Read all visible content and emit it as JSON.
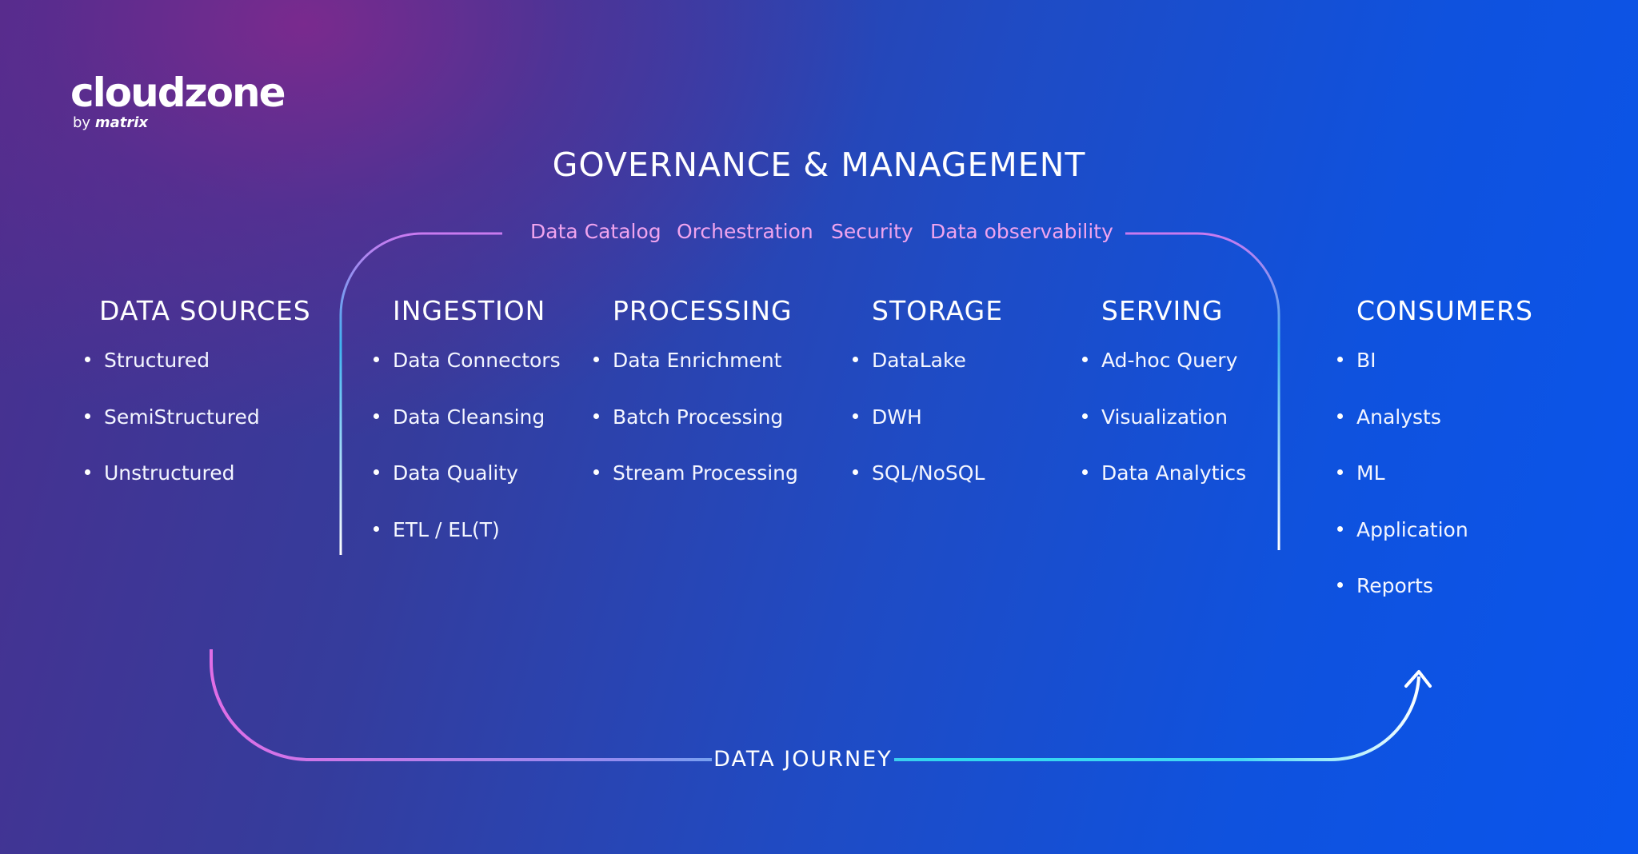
{
  "logo": {
    "wordmark": "cloudzone",
    "by": "by",
    "brand": "matrix"
  },
  "title": "GOVERNANCE & MANAGEMENT",
  "governance_items": [
    "Data Catalog",
    "Orchestration",
    "Security",
    "Data observability"
  ],
  "columns": [
    {
      "heading": "DATA SOURCES",
      "items": [
        "Structured",
        "SemiStructured",
        "Unstructured"
      ]
    },
    {
      "heading": "INGESTION",
      "items": [
        "Data Connectors",
        "Data Cleansing",
        "Data Quality",
        "ETL / EL(T)"
      ]
    },
    {
      "heading": "PROCESSING",
      "items": [
        "Data Enrichment",
        "Batch Processing",
        "Stream Processing"
      ]
    },
    {
      "heading": "STORAGE",
      "items": [
        "DataLake",
        "DWH",
        "SQL/NoSQL"
      ]
    },
    {
      "heading": "SERVING",
      "items": [
        "Ad-hoc Query",
        "Visualization",
        "Data Analytics"
      ]
    },
    {
      "heading": "CONSUMERS",
      "items": [
        "BI",
        "Analysts",
        "ML",
        "Application",
        "Reports"
      ]
    }
  ],
  "journey_label": "DATA JOURNEY",
  "colors": {
    "pink": "#e06ee6",
    "cyan": "#2ed7f0",
    "governance_text": "#f0a4ee"
  }
}
